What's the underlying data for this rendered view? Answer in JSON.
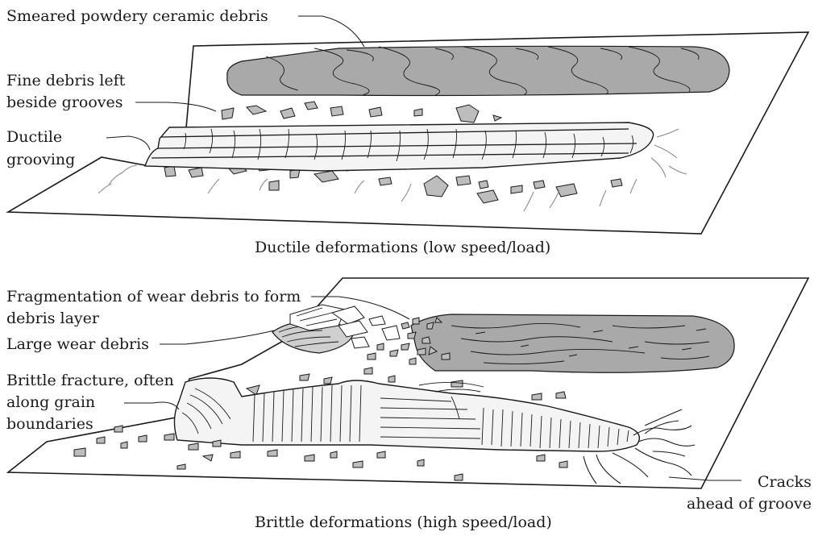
{
  "panels": [
    {
      "caption": "Ductile deformations (low speed/load)",
      "labels": {
        "smeared": "Smeared powdery ceramic debris",
        "fine_debris": [
          "Fine debris left",
          "beside grooves"
        ],
        "grooving": [
          "Ductile",
          "grooving"
        ]
      }
    },
    {
      "caption": "Brittle deformations (high speed/load)",
      "labels": {
        "fragmentation": [
          "Fragmentation of wear debris to form",
          "debris layer"
        ],
        "large_debris": "Large wear debris",
        "brittle_fracture": [
          "Brittle fracture, often",
          "along grain",
          "boundaries"
        ],
        "cracks": [
          "Cracks",
          "ahead of groove"
        ]
      }
    }
  ]
}
